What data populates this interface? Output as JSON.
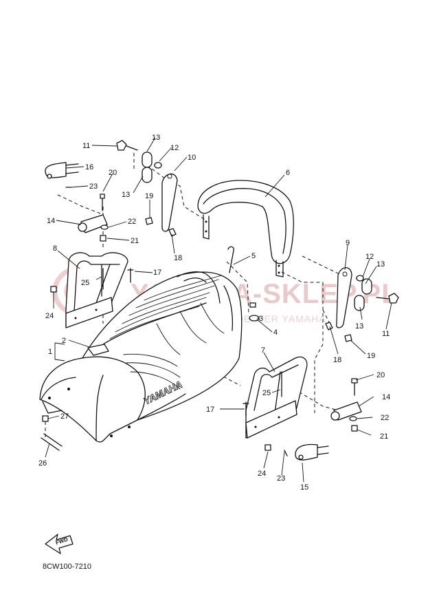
{
  "diagram": {
    "drawing_code": "8CW100-7210",
    "seat_brand": "YAMAHA",
    "fwd_label": "FWD",
    "watermark": {
      "main": "YAMAHA-SKLEP.PL",
      "sub": "MOTOCYKLE ROZ. DEALER YAMAHA"
    },
    "callouts": [
      {
        "id": "c1",
        "label": "1"
      },
      {
        "id": "c2",
        "label": "2"
      },
      {
        "id": "c3",
        "label": "3"
      },
      {
        "id": "c4",
        "label": "4"
      },
      {
        "id": "c5",
        "label": "5"
      },
      {
        "id": "c6",
        "label": "6"
      },
      {
        "id": "c7",
        "label": "7"
      },
      {
        "id": "c8",
        "label": "8"
      },
      {
        "id": "c9",
        "label": "9"
      },
      {
        "id": "c10",
        "label": "10"
      },
      {
        "id": "c11a",
        "label": "11"
      },
      {
        "id": "c11b",
        "label": "11"
      },
      {
        "id": "c12a",
        "label": "12"
      },
      {
        "id": "c12b",
        "label": "12"
      },
      {
        "id": "c13a",
        "label": "13"
      },
      {
        "id": "c13b",
        "label": "13"
      },
      {
        "id": "c13c",
        "label": "13"
      },
      {
        "id": "c13d",
        "label": "13"
      },
      {
        "id": "c14a",
        "label": "14"
      },
      {
        "id": "c14b",
        "label": "14"
      },
      {
        "id": "c15",
        "label": "15"
      },
      {
        "id": "c16",
        "label": "16"
      },
      {
        "id": "c17a",
        "label": "17"
      },
      {
        "id": "c17b",
        "label": "17"
      },
      {
        "id": "c18a",
        "label": "18"
      },
      {
        "id": "c18b",
        "label": "18"
      },
      {
        "id": "c19a",
        "label": "19"
      },
      {
        "id": "c19b",
        "label": "19"
      },
      {
        "id": "c20a",
        "label": "20"
      },
      {
        "id": "c20b",
        "label": "20"
      },
      {
        "id": "c21a",
        "label": "21"
      },
      {
        "id": "c21b",
        "label": "21"
      },
      {
        "id": "c22a",
        "label": "22"
      },
      {
        "id": "c22b",
        "label": "22"
      },
      {
        "id": "c23a",
        "label": "23"
      },
      {
        "id": "c23b",
        "label": "23"
      },
      {
        "id": "c24a",
        "label": "24"
      },
      {
        "id": "c24b",
        "label": "24"
      },
      {
        "id": "c25a",
        "label": "25"
      },
      {
        "id": "c25b",
        "label": "25"
      },
      {
        "id": "c26",
        "label": "26"
      },
      {
        "id": "c27",
        "label": "27"
      }
    ]
  }
}
